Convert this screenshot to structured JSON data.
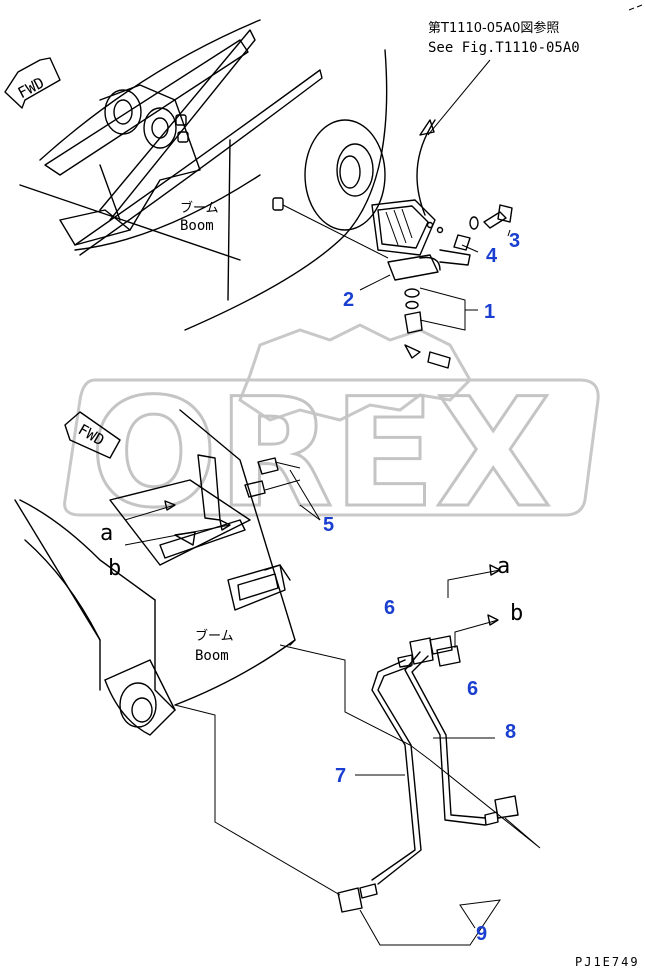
{
  "reference": {
    "line1": "第T1110-05A0図参照",
    "line2": "See Fig.T1110-05A0"
  },
  "boom_label": {
    "jp": "ブーム",
    "en": "Boom"
  },
  "direction_label": "FWD",
  "parts": [
    {
      "number": "1"
    },
    {
      "number": "2"
    },
    {
      "number": "3"
    },
    {
      "number": "4"
    },
    {
      "number": "5"
    },
    {
      "number": "6"
    },
    {
      "number": "6"
    },
    {
      "number": "7"
    },
    {
      "number": "8"
    },
    {
      "number": "9"
    }
  ],
  "connectors": {
    "a": "a",
    "b": "b"
  },
  "watermark": "OREX",
  "drawing_code": "PJ1E749",
  "colors": {
    "callout": "#1a3fd0",
    "line": "#000000",
    "watermark": "#c4c4c4"
  }
}
